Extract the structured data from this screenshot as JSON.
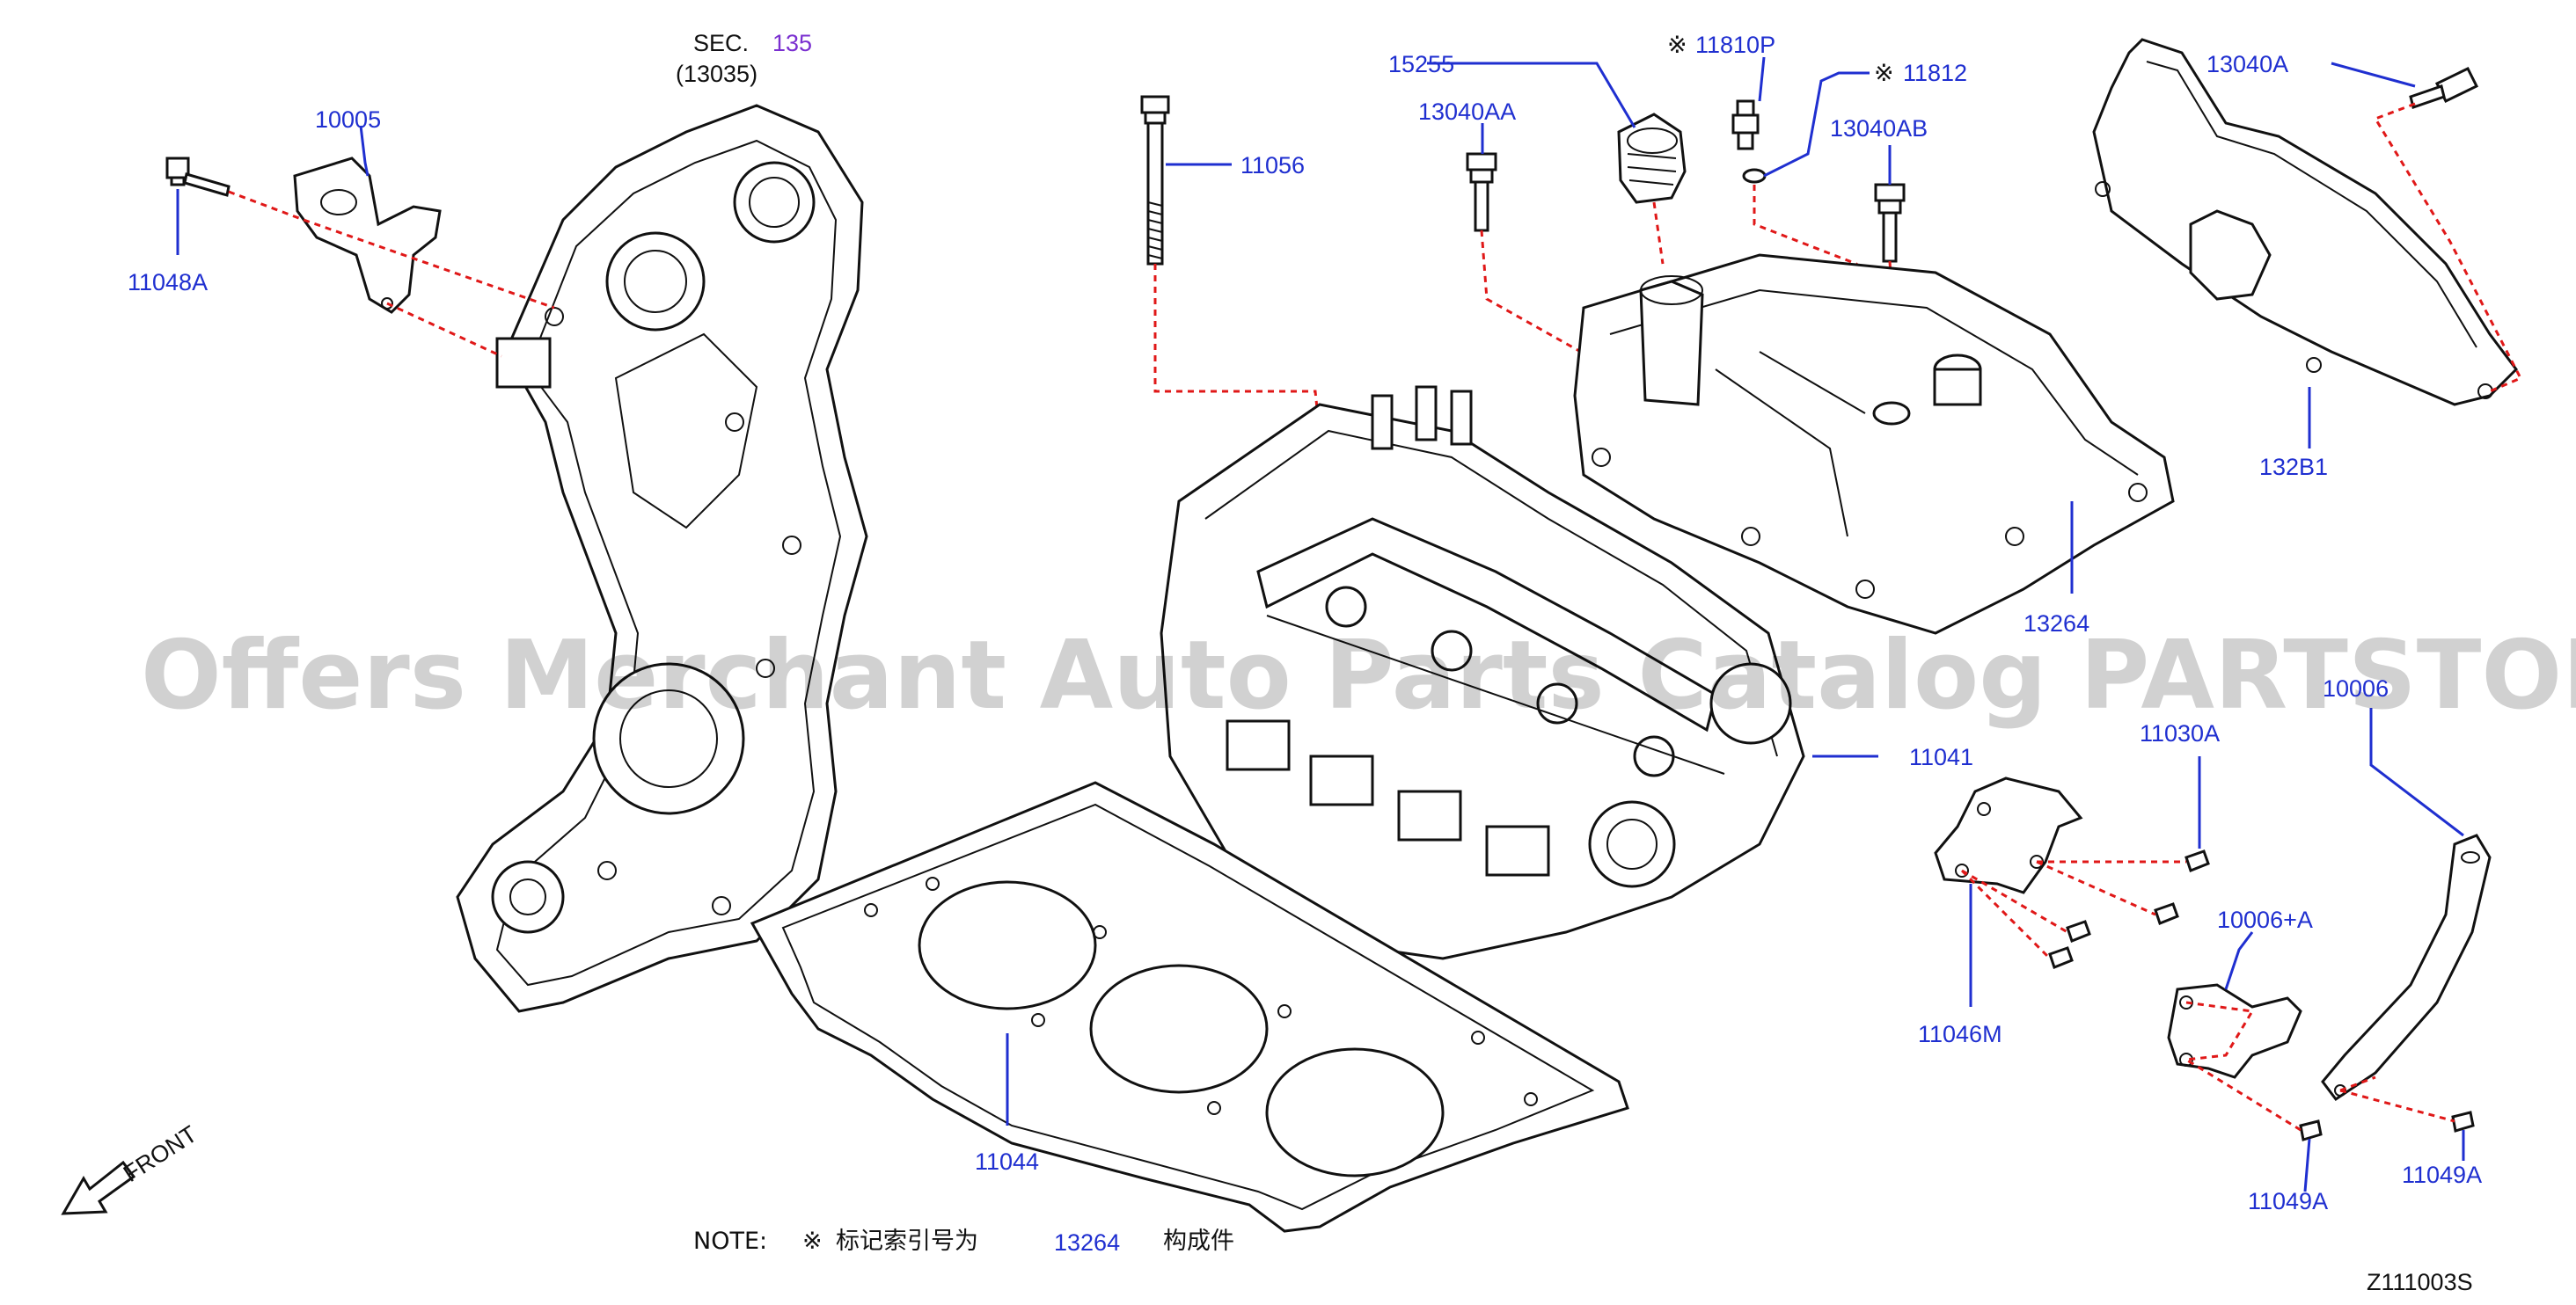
{
  "labels": {
    "sec": "SEC.",
    "sec_num": "135",
    "sec_ref": "(13035)",
    "p10005": "10005",
    "p11048A": "11048A",
    "p11056": "11056",
    "p15255": "15255",
    "p13040AA": "13040AA",
    "p11810P": "11810P",
    "p11812": "11812",
    "p13040AB": "13040AB",
    "p13040A": "13040A",
    "p132B1": "132B1",
    "p13264": "13264",
    "p11041": "11041",
    "p10006": "10006",
    "p11030A": "11030A",
    "p11046M": "11046M",
    "p10006A": "10006+A",
    "p11044": "11044",
    "p11049A_left": "11049A",
    "p11049A_right": "11049A",
    "front": "FRONT"
  },
  "marker": "※",
  "note": {
    "prefix": "NOTE:",
    "marker": "※",
    "text": "标记索引号为",
    "part": "13264",
    "suffix": "构成件"
  },
  "watermark": "Offers Merchant Auto Parts Catalog PARTSTORE.SA",
  "diagram_code": "Z111003S"
}
